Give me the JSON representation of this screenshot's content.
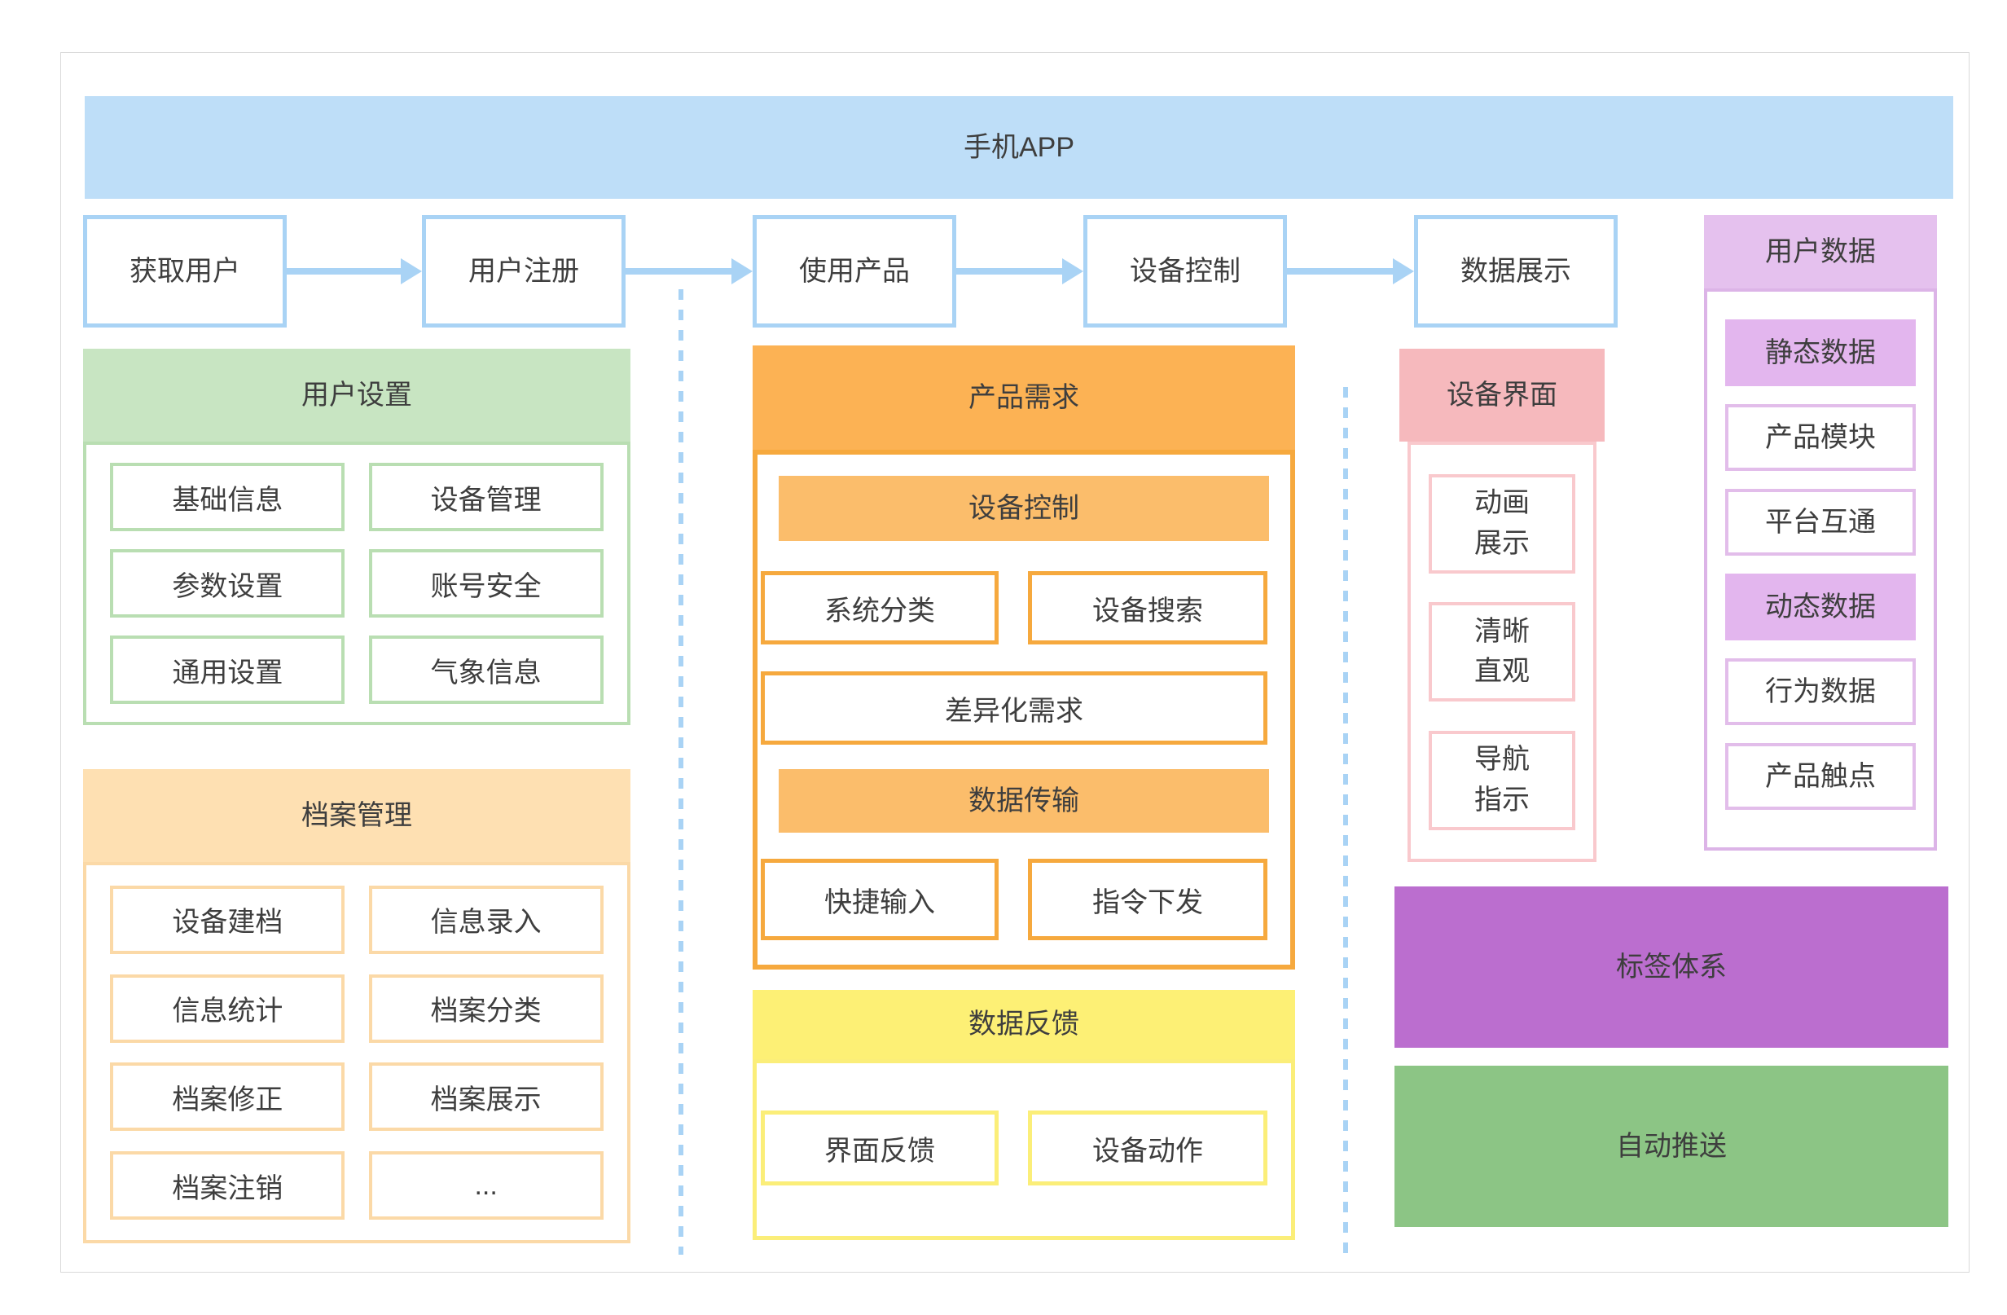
{
  "colors": {
    "banner_blue": "#bedef8",
    "flow_border_blue": "#a9d3f5",
    "green_fill": "#c8e5c2",
    "green_border": "#b9deb2",
    "peach_fill": "#fee0b2",
    "peach_border": "#fbd9a7",
    "orange_fill": "#fcb254",
    "orange_border": "#f6a93e",
    "orange_bar": "#fbbd6b",
    "yellow_fill": "#fdf075",
    "yellow_border": "#fbee79",
    "pink_fill": "#f6b9bd",
    "pink_border": "#f9c9cd",
    "purple_header_fill": "#e5c1ee",
    "purple_item_fill": "#e3b6ee",
    "purple_border": "#dcb4e7",
    "deep_purple_fill": "#bb6ecf",
    "green_block_fill": "#8cc585",
    "text": "#3e3e3e"
  },
  "banner": {
    "label": "手机APP"
  },
  "flow": {
    "steps": [
      "获取用户",
      "用户注册",
      "使用产品",
      "设备控制",
      "数据展示"
    ]
  },
  "user_settings": {
    "title": "用户设置",
    "items": [
      "基础信息",
      "设备管理",
      "参数设置",
      "账号安全",
      "通用设置",
      "气象信息"
    ]
  },
  "archive": {
    "title": "档案管理",
    "items": [
      "设备建档",
      "信息录入",
      "信息统计",
      "档案分类",
      "档案修正",
      "档案展示",
      "档案注销",
      "..."
    ]
  },
  "product": {
    "title": "产品需求",
    "control_header": "设备控制",
    "control_items": [
      "系统分类",
      "设备搜索"
    ],
    "wide_item": "差异化需求",
    "transfer_header": "数据传输",
    "transfer_items": [
      "快捷输入",
      "指令下发"
    ]
  },
  "feedback": {
    "title": "数据反馈",
    "items": [
      "界面反馈",
      "设备动作"
    ]
  },
  "device_ui": {
    "title": "设备界面",
    "items": [
      {
        "line1": "动画",
        "line2": "展示"
      },
      {
        "line1": "清晰",
        "line2": "直观"
      },
      {
        "line1": "导航",
        "line2": "指示"
      }
    ]
  },
  "user_data": {
    "title": "用户数据",
    "items": [
      {
        "label": "静态数据",
        "filled": true
      },
      {
        "label": "产品模块",
        "filled": false
      },
      {
        "label": "平台互通",
        "filled": false
      },
      {
        "label": "动态数据",
        "filled": true
      },
      {
        "label": "行为数据",
        "filled": false
      },
      {
        "label": "产品触点",
        "filled": false
      }
    ]
  },
  "tag_system": {
    "label": "标签体系"
  },
  "auto_push": {
    "label": "自动推送"
  }
}
